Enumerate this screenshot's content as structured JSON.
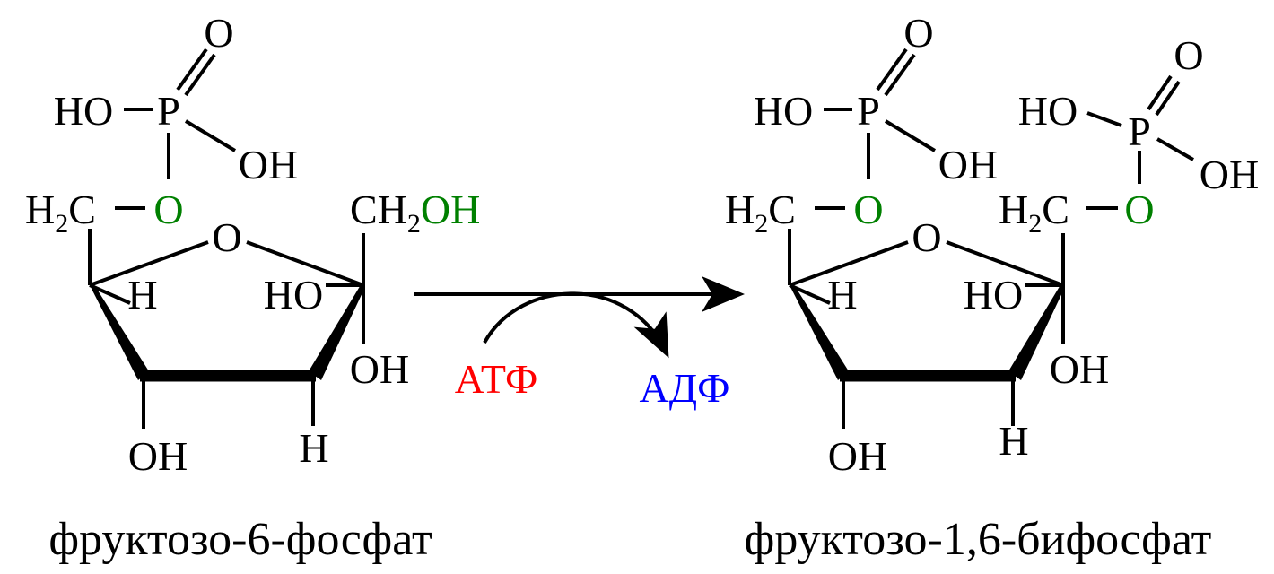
{
  "colors": {
    "text": "#000000",
    "ester_o": "#008000",
    "atp": "#ff0000",
    "adp": "#0000ff"
  },
  "reactant": {
    "phosphate": {
      "p": "P",
      "o_double": "O",
      "ho": "HO",
      "oh": "OH"
    },
    "ester_o": "O",
    "c6": {
      "h": "H",
      "sub": "2",
      "c": "C"
    },
    "ring_o": "O",
    "c4_h": "H",
    "c3_ho": "HO",
    "c2_oh": "OH",
    "c3_h": "H",
    "c4_oh": "OH",
    "c1": {
      "ch": "CH",
      "sub": "2",
      "oh": "OH"
    },
    "name": "фруктозо-6-фосфат"
  },
  "reaction": {
    "cofactor_in": "АТФ",
    "cofactor_out": "АДФ"
  },
  "product": {
    "phosphate1": {
      "p": "P",
      "o_double": "O",
      "ho": "HO",
      "oh": "OH"
    },
    "ester_o1": "O",
    "c6": {
      "h": "H",
      "sub": "2",
      "c": "C"
    },
    "ring_o": "O",
    "c4_h": "H",
    "c3_ho": "HO",
    "c2_oh": "OH",
    "c3_h": "H",
    "c4_oh": "OH",
    "c1": {
      "h": "H",
      "sub": "2",
      "c": "C"
    },
    "ester_o2": "O",
    "phosphate2": {
      "p": "P",
      "o_double": "O",
      "ho": "HO",
      "oh": "OH"
    },
    "name": "фруктозо-1,6-бифосфат"
  }
}
